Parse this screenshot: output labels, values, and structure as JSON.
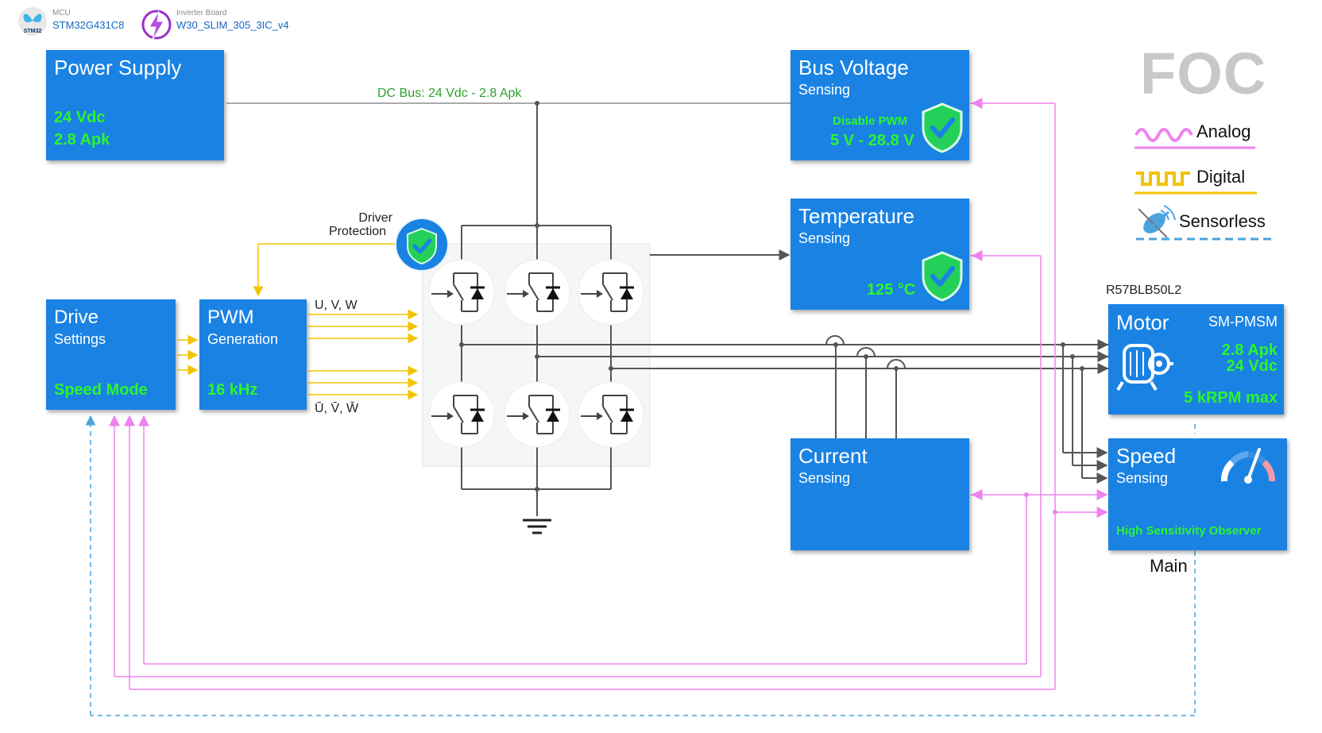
{
  "header": {
    "mcu_caption": "MCU",
    "mcu_name": "STM32G431C8",
    "mcu_logo_text": "STM32",
    "board_caption": "Inverter Board",
    "board_name": "W30_SLIM_305_3IC_v4"
  },
  "power_supply": {
    "title": "Power Supply",
    "voltage": "24 Vdc",
    "current": "2.8 Apk"
  },
  "dc_bus_label": "DC Bus: 24 Vdc - 2.8 Apk",
  "bus_voltage": {
    "title": "Bus Voltage",
    "subtitle": "Sensing",
    "action": "Disable PWM",
    "range": "5 V - 28.8 V"
  },
  "temperature": {
    "title": "Temperature",
    "subtitle": "Sensing",
    "value": "125 °C"
  },
  "driver_protection": {
    "line1": "Driver",
    "line2": "Protection"
  },
  "drive_settings": {
    "title": "Drive",
    "subtitle": "Settings",
    "mode": "Speed Mode"
  },
  "pwm": {
    "title": "PWM",
    "subtitle": "Generation",
    "freq": "16 kHz",
    "top_label": "U, V, W",
    "bottom_label": "Ū, V̄, W̄"
  },
  "current_sensing": {
    "title": "Current",
    "subtitle": "Sensing"
  },
  "motor": {
    "part_number": "R57BLB50L2",
    "title": "Motor",
    "type": "SM-PMSM",
    "current": "2.8 Apk",
    "voltage": "24 Vdc",
    "speed": "5 kRPM max"
  },
  "speed_sensing": {
    "title": "Speed",
    "subtitle": "Sensing",
    "observer": "High Sensitivity Observer",
    "caption": "Main"
  },
  "legend": {
    "title": "FOC",
    "analog": "Analog",
    "digital": "Digital",
    "sensorless": "Sensorless"
  },
  "colors": {
    "block": "#1a82e3",
    "green": "#2cf52c",
    "analog": "#ee82ee",
    "digital": "#f3c300",
    "sensorless": "#4aa3df",
    "wire": "#555555"
  }
}
